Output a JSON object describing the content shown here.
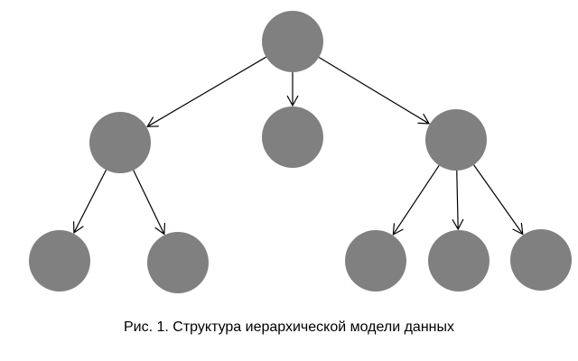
{
  "diagram": {
    "caption": "Рис. 1. Структура иерархической модели данных",
    "node_color": "#808080",
    "edge_color": "#000000",
    "nodes": [
      {
        "id": "root"
      },
      {
        "id": "child-left"
      },
      {
        "id": "child-middle"
      },
      {
        "id": "child-right"
      },
      {
        "id": "leaf-left-1"
      },
      {
        "id": "leaf-left-2"
      },
      {
        "id": "leaf-right-1"
      },
      {
        "id": "leaf-right-2"
      },
      {
        "id": "leaf-right-3"
      }
    ],
    "edges": [
      {
        "from": "root",
        "to": "child-left"
      },
      {
        "from": "root",
        "to": "child-middle"
      },
      {
        "from": "root",
        "to": "child-right"
      },
      {
        "from": "child-left",
        "to": "leaf-left-1"
      },
      {
        "from": "child-left",
        "to": "leaf-left-2"
      },
      {
        "from": "child-right",
        "to": "leaf-right-1"
      },
      {
        "from": "child-right",
        "to": "leaf-right-2"
      },
      {
        "from": "child-right",
        "to": "leaf-right-3"
      }
    ]
  }
}
